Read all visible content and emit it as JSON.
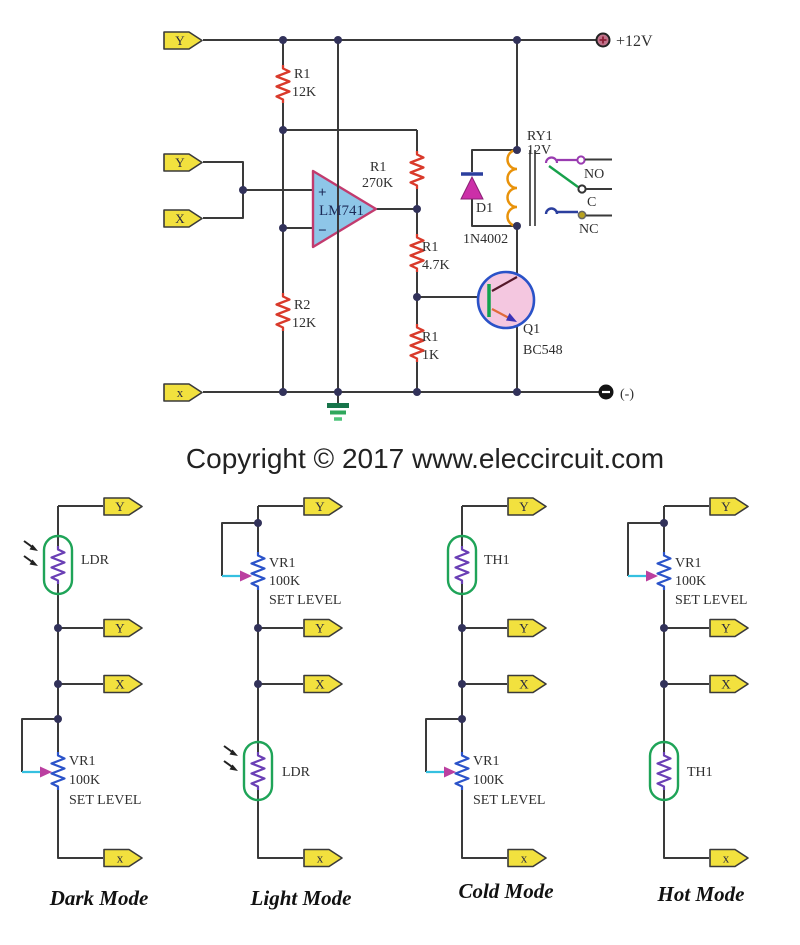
{
  "page": {
    "copyright": "Copyright © 2017 www.eleccircuit.com"
  },
  "colors": {
    "wire": "#3a3a3a",
    "resistor": "#d93a2b",
    "opamp_fill": "#8ec6e8",
    "opamp_border": "#c23b6e",
    "transistor_fill": "#f4c7e0",
    "transistor_outline": "#2a52c8",
    "base_bar": "#12a24e",
    "coil": "#e8920a",
    "diode_body": "#cc2fa8",
    "diode_bar": "#2b3f9e",
    "terminal_fill": "#f2e13e",
    "sensor_capsule": "#1fa458",
    "sensor_resistor": "#6a3fb5",
    "vr_resistor": "#2b53c9",
    "wiper_arrow": "#bb3fa0",
    "wiper_wire": "#35c0e0",
    "ground_green": "#17744a",
    "no_wire": "#993bb0",
    "c_wire": "#17a14b",
    "nc_wire": "#2b3f9e"
  },
  "main": {
    "terminals": {
      "top": "Y",
      "mid_upper": "Y",
      "mid_lower": "X",
      "bottom": "x"
    },
    "supply_positive": "+12V",
    "supply_negative": "(-)",
    "r_top_name": "R1",
    "r_top_value": "12K",
    "r_fb_name": "R1",
    "r_fb_value": "270K",
    "r_div_name": "R2",
    "r_div_value": "12K",
    "r_mid_name": "R1",
    "r_mid_value": "4.7K",
    "r_base_name": "R1",
    "r_base_value": "1K",
    "opamp_plus": "+",
    "opamp_minus": "−",
    "opamp_name": "LM741",
    "diode_name": "D1",
    "diode_value": "1N4002",
    "relay_name": "RY1",
    "relay_value": "12V",
    "contact_no": "NO",
    "contact_c": "C",
    "contact_nc": "NC",
    "transistor_name": "Q1",
    "transistor_value": "BC548"
  },
  "modes": [
    {
      "title": "Dark Mode",
      "terminals": [
        "Y",
        "Y",
        "X",
        "x"
      ],
      "sensor": "LDR",
      "vr": "VR1",
      "vr_value": "100K",
      "vr_note": "SET LEVEL"
    },
    {
      "title": "Light Mode",
      "terminals": [
        "Y",
        "Y",
        "X",
        "x"
      ],
      "sensor": "LDR",
      "vr": "VR1",
      "vr_value": "100K",
      "vr_note": "SET LEVEL"
    },
    {
      "title": "Cold Mode",
      "terminals": [
        "Y",
        "Y",
        "X",
        "x"
      ],
      "sensor": "TH1",
      "vr": "VR1",
      "vr_value": "100K",
      "vr_note": "SET LEVEL"
    },
    {
      "title": "Hot Mode",
      "terminals": [
        "Y",
        "Y",
        "X",
        "x"
      ],
      "sensor": "TH1",
      "vr": "VR1",
      "vr_value": "100K",
      "vr_note": "SET LEVEL"
    }
  ]
}
